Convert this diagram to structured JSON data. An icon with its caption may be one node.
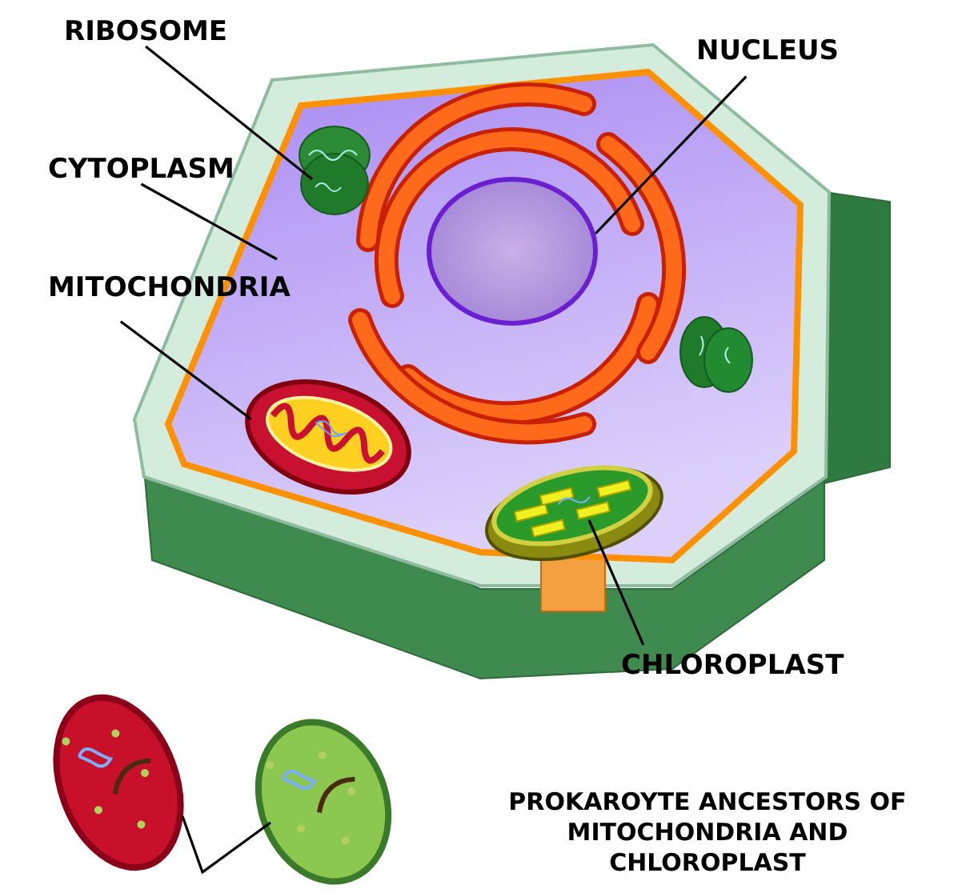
{
  "diagram": {
    "nodes": [
      {
        "text": [
          "RIBOSOME"
        ]
      },
      {
        "text": [
          "CYTOPLASM"
        ]
      },
      {
        "text": [
          "MITOCHONDRIA"
        ]
      },
      {
        "text": [
          "NUCLEUS"
        ]
      },
      {
        "text": [
          "CHLOROPLAST"
        ]
      },
      {
        "text": [],
        "shape": "hexagon"
      },
      {
        "text": [],
        "shape": "picture",
        "in": 5
      },
      {
        "text": [],
        "shape": "circle",
        "in": 5
      },
      {
        "text": [],
        "shape": "picture",
        "in": 5
      },
      {
        "text": [],
        "shape": "picture",
        "in": 5
      },
      {
        "text": [],
        "shape": "picture"
      },
      {
        "text": [],
        "shape": "picture"
      }
    ],
    "edges": [
      {
        "from": 0,
        "to": 6,
        "arrow": "none"
      },
      {
        "from": 1,
        "to": 5,
        "arrow": "none"
      },
      {
        "from": 2,
        "to": 8,
        "arrow": "none"
      },
      {
        "from": 3,
        "to": 7,
        "arrow": "none"
      },
      {
        "from": 4,
        "to": 9,
        "arrow": "none"
      },
      {
        "from": 10,
        "to": 11,
        "arrow": "none"
      }
    ],
    "labels": [
      "PROKAROYTE ANCESTORS OF MITOCHONDRIA AND CHLOROPLAST"
    ]
  }
}
